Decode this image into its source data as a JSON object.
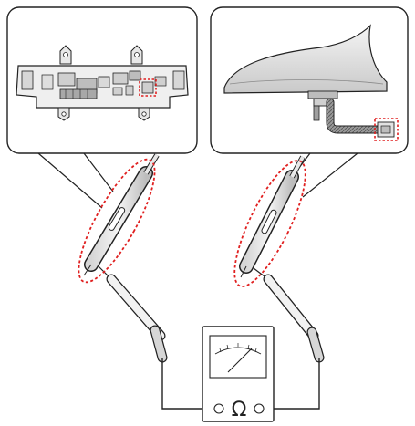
{
  "diagram": {
    "left_panel_subject": "audio-unit-connector",
    "right_panel_subject": "shark-fin-antenna-connector",
    "meter": {
      "symbol": "Ω",
      "mode": "resistance"
    },
    "colors": {
      "outline": "#222222",
      "panel_fill": "#ffffff",
      "component_fill": "#e8e8e8",
      "component_shade": "#bfbfbf",
      "highlight": "#e02020"
    }
  }
}
